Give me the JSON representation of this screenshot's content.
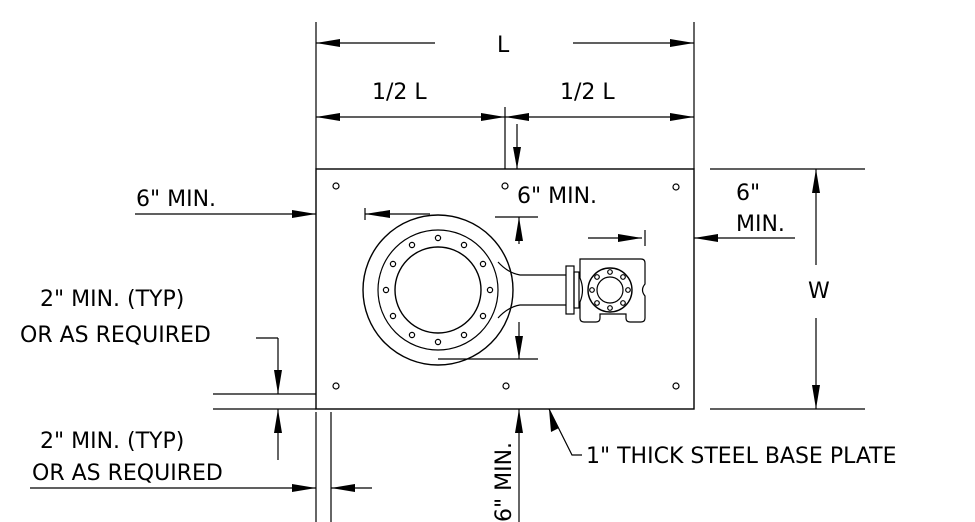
{
  "drawing": {
    "labels": {
      "overall_length": "L",
      "half_length_left": "1/2 L",
      "half_length_right": "1/2 L",
      "edge_clearance_left": "6\" MIN.",
      "edge_clearance_top": "6\" MIN.",
      "edge_clearance_right_line1": "6\"",
      "edge_clearance_right_line2": "MIN.",
      "width": "W",
      "bolt_inset_top_line1": "2\" MIN. (TYP)",
      "bolt_inset_top_line2": "OR AS REQUIRED",
      "bolt_inset_bottom_line1": "2\" MIN. (TYP)",
      "bolt_inset_bottom_line2": "OR AS REQUIRED",
      "edge_clearance_bottom": "6\" MIN.",
      "base_plate_note": "1\" THICK STEEL BASE PLATE"
    },
    "bolt_holes_on_plate": 6,
    "flange_bolt_holes": 12
  }
}
